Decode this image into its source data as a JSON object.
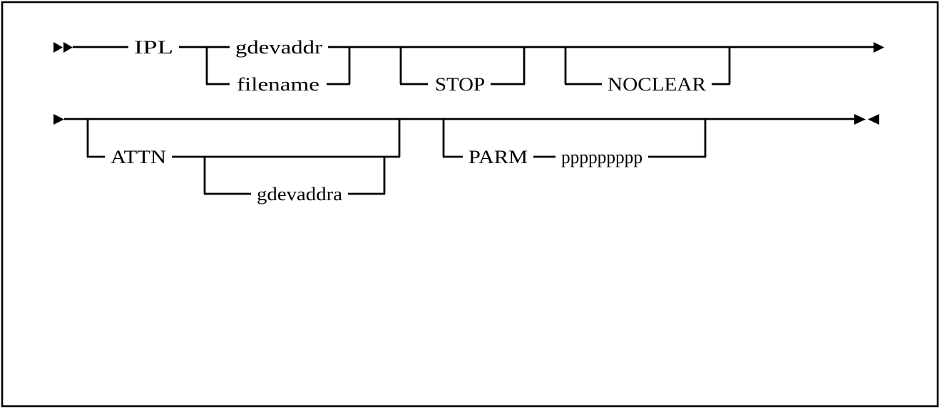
{
  "diagram": {
    "kind": "command-syntax-railroad-diagram",
    "colors": {
      "ink": "#000000",
      "paper": "#ffffff"
    },
    "row1": {
      "command": "IPL",
      "device_choice": [
        "gdevaddr",
        "filename"
      ],
      "optional_keywords": [
        "STOP",
        "NOCLEAR"
      ]
    },
    "row2": {
      "attn_keyword": "ATTN",
      "attn_operand": "gdevaddra",
      "parm_keyword": "PARM",
      "parm_operand": "ppppppppp"
    }
  }
}
